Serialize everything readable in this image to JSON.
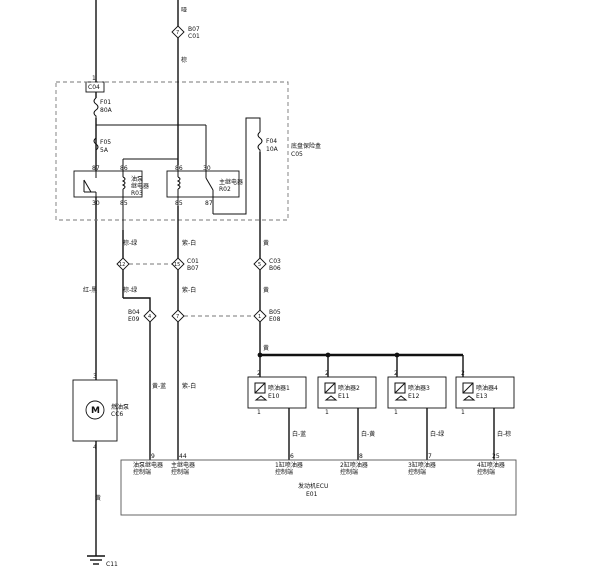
{
  "labels": {
    "c04": "C04",
    "pin1_top": "1",
    "f01_name": "F01",
    "f01_rating": "80A",
    "f05_name": "F05",
    "f05_rating": "5A",
    "f04_name": "F04",
    "f04_rating": "10A",
    "fusebox_name": "底盘保险盒",
    "fusebox_code": "C05",
    "r03_pin87": "87",
    "r03_pin86": "86",
    "r03_pin30": "30",
    "r03_pin85": "85",
    "r03_name_1": "油泵",
    "r03_name_2": "继电器",
    "r03_code": "R03",
    "r02_pin86": "86",
    "r02_pin30": "30",
    "r02_pin85": "85",
    "r02_pin87": "87",
    "r02_name": "主继电器",
    "r02_code": "R02",
    "top_wire_color": "哑",
    "b07_top": "B07",
    "c01_top": "C01",
    "wire_under_c01": "棕",
    "wire_brown_green_1": "棕-绿",
    "wire_purple_white_1": "紫-白",
    "wire_yellow_1": "黄",
    "conn_12": "12",
    "conn_15": "15",
    "conn_5": "5",
    "c01_mid": "C01",
    "b07_mid": "B07",
    "c03": "C03",
    "b06": "B06",
    "wire_red_black": "红-黑",
    "wire_brown_green_2": "棕-绿",
    "wire_purple_white_2": "紫-白",
    "wire_yellow_2": "黄",
    "conn_4": "4",
    "conn_7": "7",
    "conn_1": "1",
    "b04": "B04",
    "e09": "E09",
    "b05": "B05",
    "e08": "E08",
    "wire_yellow_3": "黄",
    "pump_pin3": "3",
    "pump_pin4": "4",
    "pump_name": "燃油泵",
    "pump_code": "CC6",
    "pump_symbol": "M",
    "wire_yellow_green": "黄-蓝",
    "wire_purple_white_3": "紫-白",
    "ecu_pin9": "9",
    "ecu_pin44": "44",
    "ecu_pin6": "6",
    "ecu_pin8": "8",
    "ecu_pin7": "7",
    "ecu_pin25": "25",
    "ecu_label_9_1": "油泵继电器",
    "ecu_label_9_2": "控制端",
    "ecu_label_44_1": "主继电器",
    "ecu_label_44_2": "控制端",
    "ecu_label_6_1": "1缸喷油器",
    "ecu_label_6_2": "控制端",
    "ecu_label_8_1": "2缸喷油器",
    "ecu_label_8_2": "控制端",
    "ecu_label_7_1": "3缸喷油器",
    "ecu_label_7_2": "控制端",
    "ecu_label_25_1": "4缸喷油器",
    "ecu_label_25_2": "控制端",
    "ecu_name": "发动机ECU",
    "ecu_code": "E01",
    "wire_yellow_bottom": "黄",
    "ground_code": "C11",
    "inj1_name": "喷油器1",
    "inj1_code": "E10",
    "inj2_name": "喷油器2",
    "inj2_code": "E11",
    "inj3_name": "喷油器3",
    "inj3_code": "E12",
    "inj4_name": "喷油器4",
    "inj4_code": "E13",
    "inj_pin2": "2",
    "inj_pin1": "1",
    "wire_inj1": "白-蓝",
    "wire_inj2": "白-黄",
    "wire_inj3": "白-绿",
    "wire_inj4": "白-棕"
  }
}
